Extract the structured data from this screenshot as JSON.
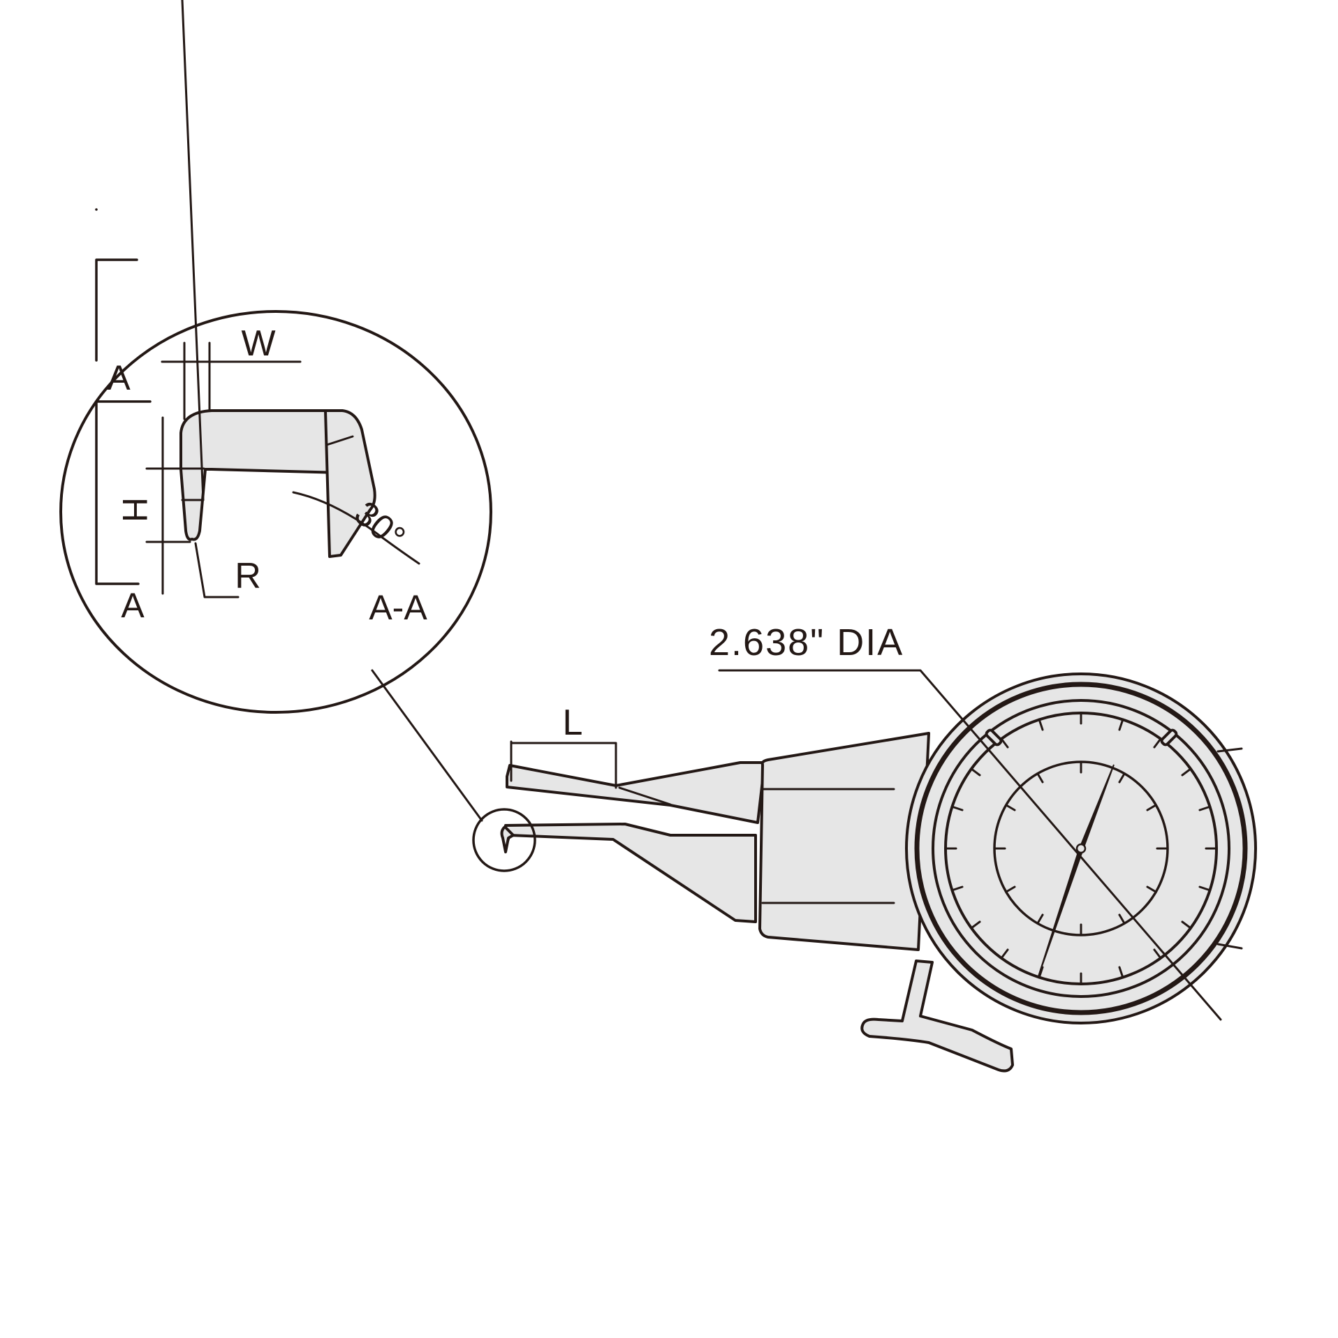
{
  "drawing": {
    "title": "Internal dial caliper gauge dimension drawing",
    "colors": {
      "line": "#231815",
      "fill": "#e6e6e6",
      "background": "#ffffff"
    },
    "detail_view": {
      "labels": {
        "section_top": "A",
        "section_bottom": "A",
        "width": "W",
        "height": "H",
        "radius": "R",
        "section_view": "A-A",
        "angle": "30°"
      }
    },
    "main_view": {
      "labels": {
        "jaw_length": "L",
        "dial_diameter": "2.638\" DIA"
      },
      "dial": {
        "outer_ticks": 20,
        "inner_ticks": 12
      }
    }
  }
}
